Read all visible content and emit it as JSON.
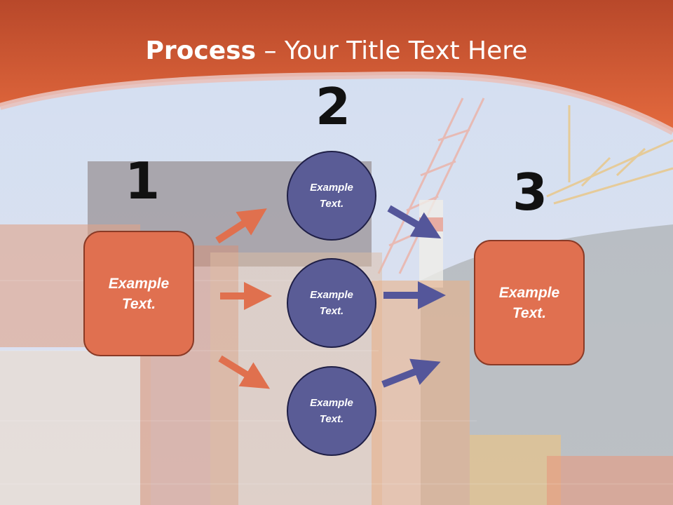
{
  "title": {
    "bold": "Process",
    "rest": " – Your Title Text Here"
  },
  "steps": {
    "one": "1",
    "two": "2",
    "three": "3"
  },
  "left_box": {
    "line1": "Example",
    "line2": "Text."
  },
  "right_box": {
    "line1": "Example",
    "line2": "Text."
  },
  "circles": [
    {
      "line1": "Example",
      "line2": "Text."
    },
    {
      "line1": "Example",
      "line2": "Text."
    },
    {
      "line1": "Example",
      "line2": "Text."
    }
  ],
  "colors": {
    "header": "#d9643a",
    "box": "#e07050",
    "circle": "#5a5c96",
    "arrow_orange": "#e0704e",
    "arrow_blue": "#54569a"
  }
}
